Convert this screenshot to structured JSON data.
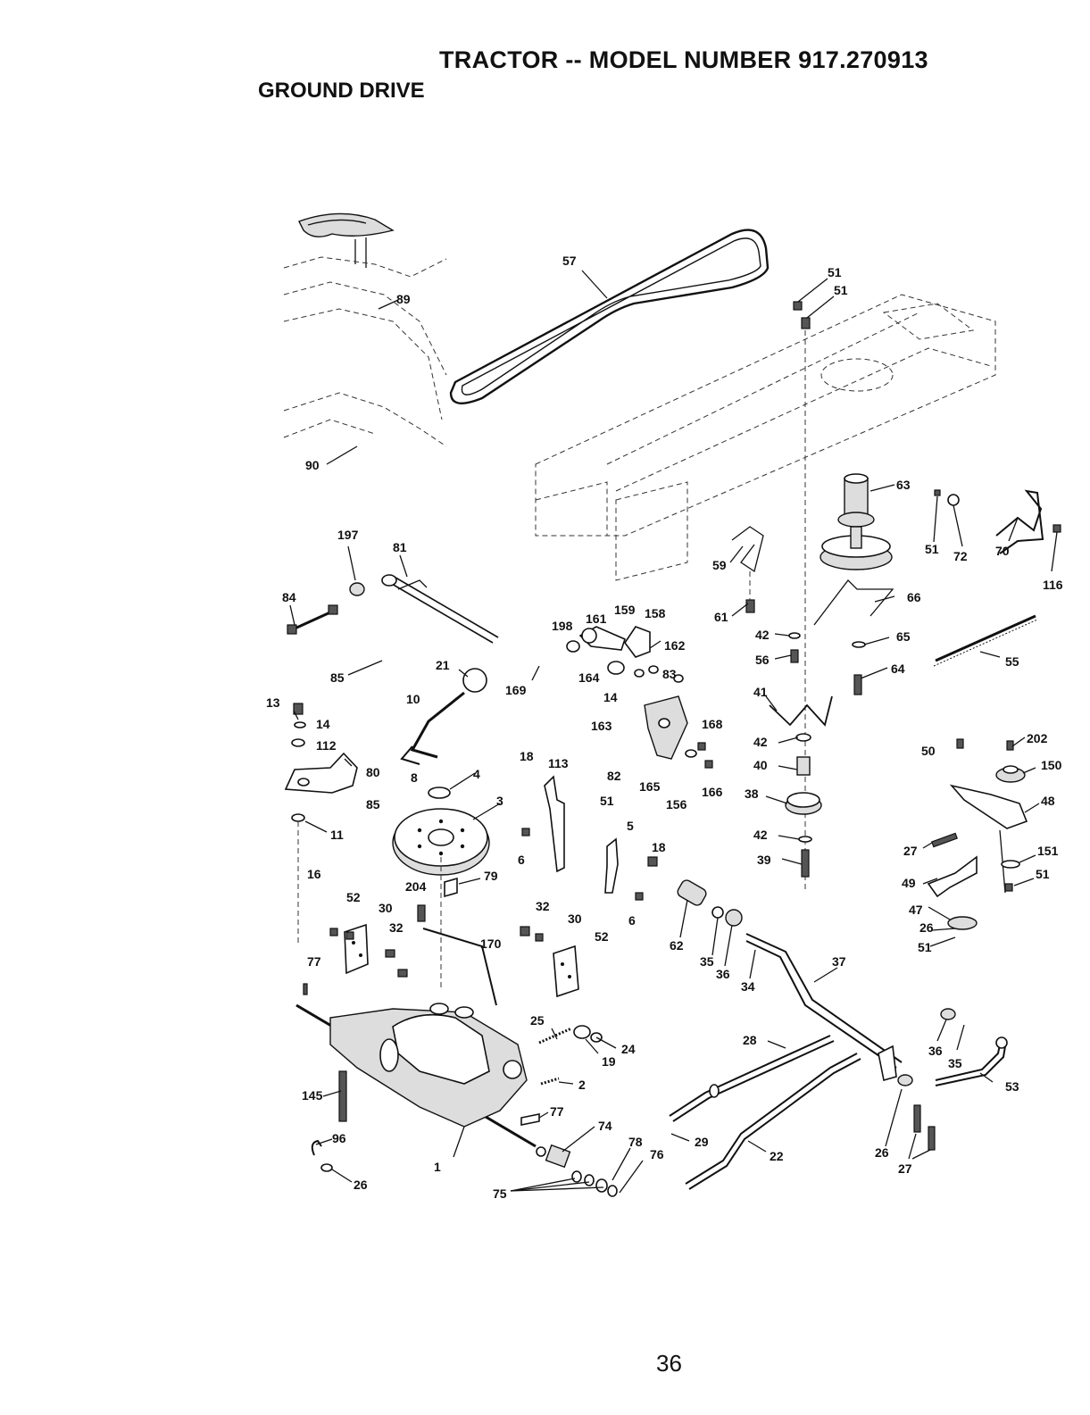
{
  "header": {
    "title": "TRACTOR -- MODEL NUMBER 917.270913",
    "section": "GROUND DRIVE"
  },
  "page_number": "36",
  "callouts": [
    {
      "id": "c57",
      "text": "57"
    },
    {
      "id": "c51a",
      "text": "51"
    },
    {
      "id": "c51b",
      "text": "51"
    },
    {
      "id": "c89",
      "text": "89"
    },
    {
      "id": "c90",
      "text": "90"
    },
    {
      "id": "c63",
      "text": "63"
    },
    {
      "id": "c51c",
      "text": "51"
    },
    {
      "id": "c72",
      "text": "72"
    },
    {
      "id": "c70",
      "text": "70"
    },
    {
      "id": "c116",
      "text": "116"
    },
    {
      "id": "c197",
      "text": "197"
    },
    {
      "id": "c81",
      "text": "81"
    },
    {
      "id": "c59",
      "text": "59"
    },
    {
      "id": "c84",
      "text": "84"
    },
    {
      "id": "c159",
      "text": "159"
    },
    {
      "id": "c158",
      "text": "158"
    },
    {
      "id": "c161",
      "text": "161"
    },
    {
      "id": "c198",
      "text": "198"
    },
    {
      "id": "c162",
      "text": "162"
    },
    {
      "id": "c61",
      "text": "61"
    },
    {
      "id": "c66",
      "text": "66"
    },
    {
      "id": "c42a",
      "text": "42"
    },
    {
      "id": "c65",
      "text": "65"
    },
    {
      "id": "c56",
      "text": "56"
    },
    {
      "id": "c55",
      "text": "55"
    },
    {
      "id": "c64",
      "text": "64"
    },
    {
      "id": "c21",
      "text": "21"
    },
    {
      "id": "c85a",
      "text": "85"
    },
    {
      "id": "c169",
      "text": "169"
    },
    {
      "id": "c164",
      "text": "164"
    },
    {
      "id": "c83",
      "text": "83"
    },
    {
      "id": "c14a",
      "text": "14"
    },
    {
      "id": "c41",
      "text": "41"
    },
    {
      "id": "c13",
      "text": "13"
    },
    {
      "id": "c10",
      "text": "10"
    },
    {
      "id": "c14b",
      "text": "14"
    },
    {
      "id": "c163",
      "text": "163"
    },
    {
      "id": "c168",
      "text": "168"
    },
    {
      "id": "c112",
      "text": "112"
    },
    {
      "id": "c42b",
      "text": "42"
    },
    {
      "id": "c202",
      "text": "202"
    },
    {
      "id": "c50",
      "text": "50"
    },
    {
      "id": "c18a",
      "text": "18"
    },
    {
      "id": "c113",
      "text": "113"
    },
    {
      "id": "c40",
      "text": "40"
    },
    {
      "id": "c150",
      "text": "150"
    },
    {
      "id": "c80",
      "text": "80"
    },
    {
      "id": "c4",
      "text": "4"
    },
    {
      "id": "c8",
      "text": "8"
    },
    {
      "id": "c82",
      "text": "82"
    },
    {
      "id": "c165",
      "text": "165"
    },
    {
      "id": "c166",
      "text": "166"
    },
    {
      "id": "c38",
      "text": "38"
    },
    {
      "id": "c48",
      "text": "48"
    },
    {
      "id": "c85b",
      "text": "85"
    },
    {
      "id": "c3",
      "text": "3"
    },
    {
      "id": "c51d",
      "text": "51"
    },
    {
      "id": "c156",
      "text": "156"
    },
    {
      "id": "c11",
      "text": "11"
    },
    {
      "id": "c5",
      "text": "5"
    },
    {
      "id": "c42c",
      "text": "42"
    },
    {
      "id": "c18b",
      "text": "18"
    },
    {
      "id": "c27a",
      "text": "27"
    },
    {
      "id": "c151",
      "text": "151"
    },
    {
      "id": "c6a",
      "text": "6"
    },
    {
      "id": "c39",
      "text": "39"
    },
    {
      "id": "c51e",
      "text": "51"
    },
    {
      "id": "c16",
      "text": "16"
    },
    {
      "id": "c79",
      "text": "79"
    },
    {
      "id": "c49",
      "text": "49"
    },
    {
      "id": "c204",
      "text": "204"
    },
    {
      "id": "c52a",
      "text": "52"
    },
    {
      "id": "c30a",
      "text": "30"
    },
    {
      "id": "c32a",
      "text": "32"
    },
    {
      "id": "c32b",
      "text": "32"
    },
    {
      "id": "c30b",
      "text": "30"
    },
    {
      "id": "c6b",
      "text": "6"
    },
    {
      "id": "c47",
      "text": "47"
    },
    {
      "id": "c170",
      "text": "170"
    },
    {
      "id": "c52b",
      "text": "52"
    },
    {
      "id": "c62",
      "text": "62"
    },
    {
      "id": "c26a",
      "text": "26"
    },
    {
      "id": "c77a",
      "text": "77"
    },
    {
      "id": "c35a",
      "text": "35"
    },
    {
      "id": "c37",
      "text": "37"
    },
    {
      "id": "c51f",
      "text": "51"
    },
    {
      "id": "c36a",
      "text": "36"
    },
    {
      "id": "c34",
      "text": "34"
    },
    {
      "id": "c25",
      "text": "25"
    },
    {
      "id": "c24",
      "text": "24"
    },
    {
      "id": "c28",
      "text": "28"
    },
    {
      "id": "c36b",
      "text": "36"
    },
    {
      "id": "c35b",
      "text": "35"
    },
    {
      "id": "c19",
      "text": "19"
    },
    {
      "id": "c145",
      "text": "145"
    },
    {
      "id": "c2",
      "text": "2"
    },
    {
      "id": "c53",
      "text": "53"
    },
    {
      "id": "c77b",
      "text": "77"
    },
    {
      "id": "c74",
      "text": "74"
    },
    {
      "id": "c96",
      "text": "96"
    },
    {
      "id": "c29",
      "text": "29"
    },
    {
      "id": "c78",
      "text": "78"
    },
    {
      "id": "c76",
      "text": "76"
    },
    {
      "id": "c22",
      "text": "22"
    },
    {
      "id": "c26b",
      "text": "26"
    },
    {
      "id": "c1",
      "text": "1"
    },
    {
      "id": "c26c",
      "text": "26"
    },
    {
      "id": "c27b",
      "text": "27"
    },
    {
      "id": "c75",
      "text": "75"
    }
  ]
}
